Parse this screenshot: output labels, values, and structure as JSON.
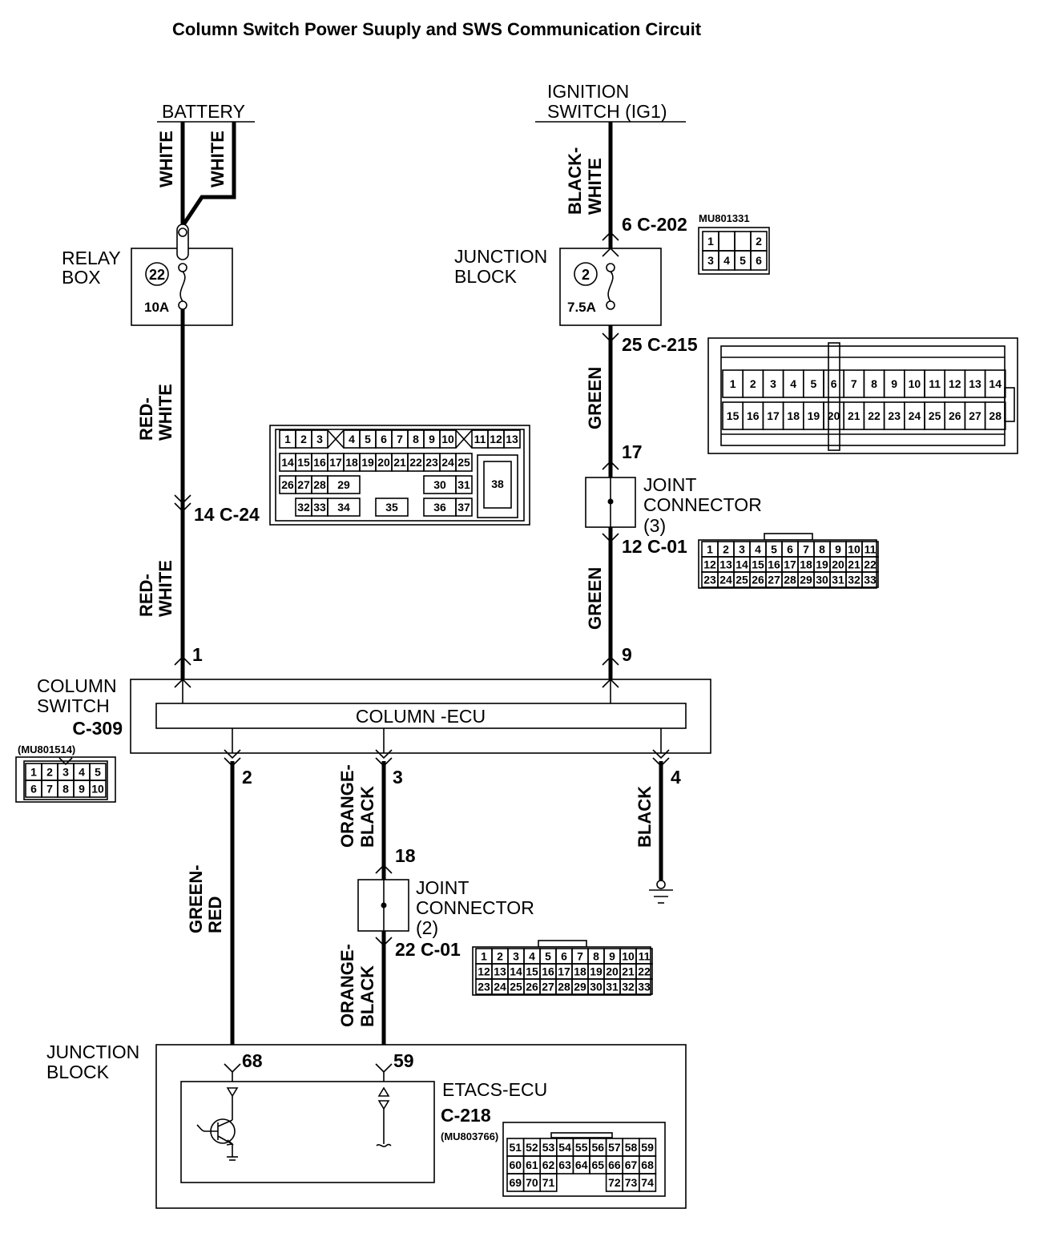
{
  "title": "Column Switch Power Suuply and SWS Communication Circuit",
  "labels": {
    "battery": "BATTERY",
    "ignition_1": "IGNITION",
    "ignition_2": "SWITCH (IG1)",
    "relay_box_1": "RELAY",
    "relay_box_2": "BOX",
    "relay_fuse_no": "22",
    "relay_fuse_amp": "10A",
    "jb_top_1": "JUNCTION",
    "jb_top_2": "BLOCK",
    "jb_fuse_no": "2",
    "jb_fuse_amp": "7.5A",
    "jc3_1": "JOINT",
    "jc3_2": "CONNECTOR",
    "jc3_3": "(3)",
    "jc2_1": "JOINT",
    "jc2_2": "CONNECTOR",
    "jc2_3": "(2)",
    "col_sw_1": "COLUMN",
    "col_sw_2": "SWITCH",
    "col_sw_conn": "C-309",
    "col_ecu": "COLUMN -ECU",
    "col_sw_part": "(MU801514)",
    "jb_bottom_1": "JUNCTION",
    "jb_bottom_2": "BLOCK",
    "etacs": "ETACS-ECU",
    "etacs_conn": "C-218",
    "etacs_part": "(MU803766)",
    "c202_part": "MU801331"
  },
  "pins": {
    "c202": "6 C-202",
    "c215": "25 C-215",
    "c24": "14 C-24",
    "p17": "17",
    "c01_top": "12 C-01",
    "p1": "1",
    "p9": "9",
    "p2": "2",
    "p3": "3",
    "p4": "4",
    "p18": "18",
    "c01_bottom": "22 C-01",
    "p68": "68",
    "p59": "59"
  },
  "wires": {
    "white_a": "WHITE",
    "white_b": "WHITE",
    "black_white_1": "BLACK-",
    "black_white_2": "WHITE",
    "red_white_a1": "RED-",
    "red_white_a2": "WHITE",
    "red_white_b1": "RED-",
    "red_white_b2": "WHITE",
    "green_a": "GREEN",
    "green_b": "GREEN",
    "green_red_1": "GREEN-",
    "green_red_2": "RED",
    "orange_black_a1": "ORANGE-",
    "orange_black_a2": "BLACK",
    "orange_black_b1": "ORANGE-",
    "orange_black_b2": "BLACK",
    "black": "BLACK"
  },
  "connectors": {
    "c202_rows": [
      [
        "1",
        "",
        "",
        "2"
      ],
      [
        "3",
        "4",
        "5",
        "6"
      ]
    ],
    "c215_rows": [
      [
        "1",
        "2",
        "3",
        "4",
        "5",
        "6",
        "7",
        "8",
        "9",
        "10",
        "11",
        "12",
        "13",
        "14"
      ],
      [
        "15",
        "16",
        "17",
        "18",
        "19",
        "20",
        "21",
        "22",
        "23",
        "24",
        "25",
        "26",
        "27",
        "28"
      ]
    ],
    "c24_row1": [
      "1",
      "2",
      "3",
      "4",
      "5",
      "6",
      "7",
      "8",
      "9",
      "10",
      "11",
      "12",
      "13"
    ],
    "c24_row2": [
      "14",
      "15",
      "16",
      "17",
      "18",
      "19",
      "20",
      "21",
      "22",
      "23",
      "24",
      "25"
    ],
    "c24_row3": [
      "26",
      "27",
      "28",
      "29",
      "30",
      "31"
    ],
    "c24_row4": [
      "32",
      "33",
      "34",
      "35",
      "36",
      "37"
    ],
    "c24_big": "38",
    "c01_rows": [
      [
        "1",
        "2",
        "3",
        "4",
        "5",
        "6",
        "7",
        "8",
        "9",
        "10",
        "11"
      ],
      [
        "12",
        "13",
        "14",
        "15",
        "16",
        "17",
        "18",
        "19",
        "20",
        "21",
        "22"
      ],
      [
        "23",
        "24",
        "25",
        "26",
        "27",
        "28",
        "29",
        "30",
        "31",
        "32",
        "33"
      ]
    ],
    "c309_rows": [
      [
        "1",
        "2",
        "3",
        "4",
        "5"
      ],
      [
        "6",
        "7",
        "8",
        "9",
        "10"
      ]
    ],
    "c218_rows": [
      [
        "51",
        "52",
        "53",
        "54",
        "55",
        "56",
        "57",
        "58",
        "59"
      ],
      [
        "60",
        "61",
        "62",
        "63",
        "64",
        "65",
        "66",
        "67",
        "68"
      ],
      [
        "69",
        "70",
        "71",
        "",
        "",
        "",
        "72",
        "73",
        "74"
      ]
    ]
  },
  "colors": {
    "line": "#000000",
    "background": "#ffffff"
  }
}
